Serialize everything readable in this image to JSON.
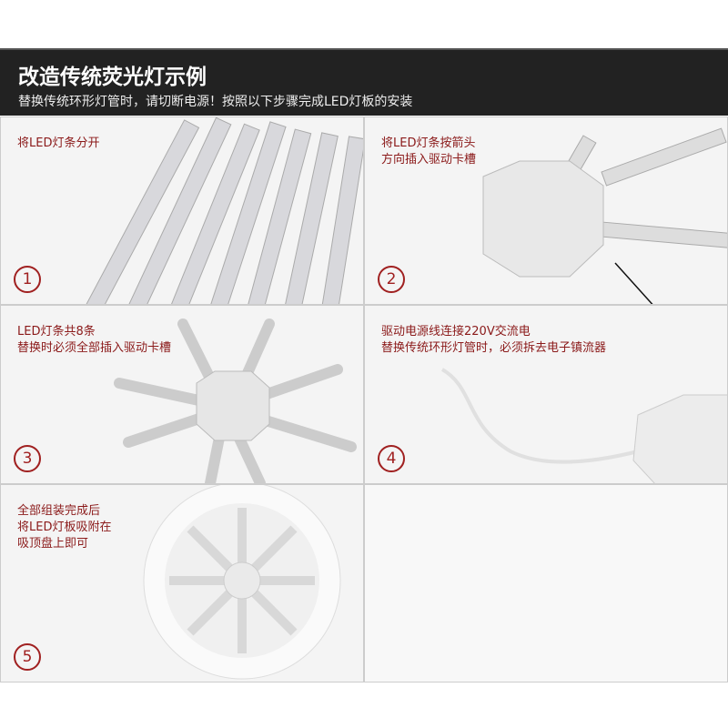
{
  "header": {
    "title": "改造传统荧光灯示例",
    "subtitle": "替换传统环形灯管时，请切断电源！按照以下步骤完成LED灯板的安装"
  },
  "steps": [
    {
      "number": "1",
      "lines": [
        "将LED灯条分开"
      ]
    },
    {
      "number": "2",
      "lines": [
        "将LED灯条按箭头",
        "方向插入驱动卡槽"
      ]
    },
    {
      "number": "3",
      "lines": [
        "LED灯条共8条",
        "替换时必须全部插入驱动卡槽"
      ]
    },
    {
      "number": "4",
      "lines": [
        "驱动电源线连接220V交流电",
        "替换传统环形灯管时，必须拆去电子镇流器"
      ]
    },
    {
      "number": "5",
      "lines": [
        "全部组装完成后",
        "将LED灯板吸附在",
        "吸顶盘上即可"
      ]
    }
  ],
  "colors": {
    "caption": "#8b1a1a",
    "header_bg": "#222222"
  }
}
